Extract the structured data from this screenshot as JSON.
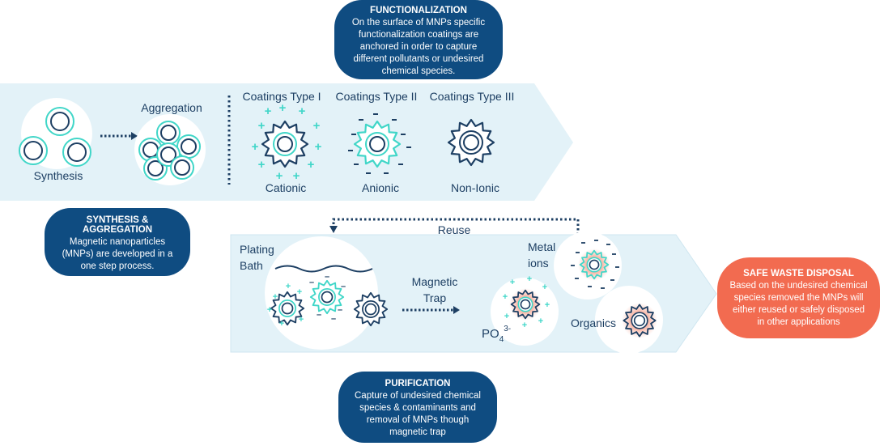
{
  "functionalization": {
    "title": "FUNCTIONALIZATION",
    "body": "On the surface of MNPs specific functionalization coatings are anchored in order to capture different pollutants or undesired chemical species."
  },
  "synthesis_aggregation": {
    "title": "SYNTHESIS & AGGREGATION",
    "body": "Magnetic nanoparticles (MNPs) are developed in a one step process."
  },
  "purification": {
    "title": "PURIFICATION",
    "body": "Capture of undesired chemical species & contaminants and removal of MNPs though magnetic trap"
  },
  "safe_waste": {
    "title": "SAFE WASTE DISPOSAL",
    "body": "Based on the undesired chemical species removed the MNPs will either reused or safely disposed in other applications"
  },
  "labels": {
    "synthesis": "Synthesis",
    "aggregation": "Aggregation",
    "coatings_1": "Coatings Type I",
    "coatings_2": "Coatings Type II",
    "coatings_3": "Coatings Type III",
    "cationic": "Cationic",
    "anionic": "Anionic",
    "non_ionic": "Non-Ionic",
    "plating_bath": "Plating\nBath",
    "magnetic_trap": "Magnetic\nTrap",
    "reuse": "Reuse",
    "metal_ions": "Metal\nions",
    "organics": "Organics",
    "phosphate_base": "PO",
    "phosphate_sub": "4",
    "phosphate_sup": "3-"
  },
  "colors": {
    "navy": "#0f4c81",
    "panel": "#e3f2f8",
    "cyan": "#40d6c8",
    "dark_navy": "#1d3f63",
    "coral": "#f26b50",
    "halo": "#f0a38f"
  }
}
